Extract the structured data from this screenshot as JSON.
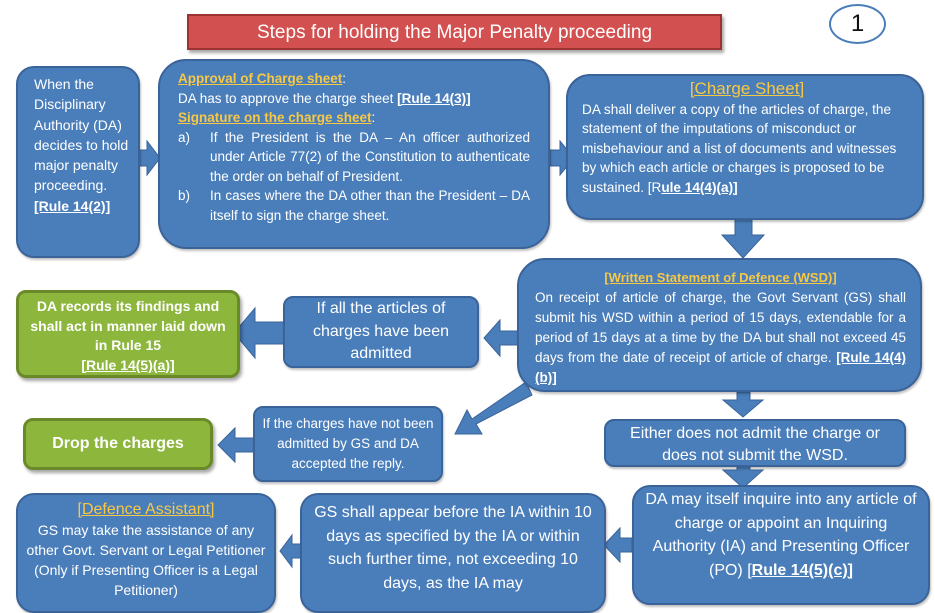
{
  "title": "Steps for holding the Major Penalty proceeding",
  "page_number": "1",
  "colors": {
    "box_blue": "#4a7ebb",
    "box_green": "#8db63c",
    "title_red": "#d2504f",
    "heading_yellow": "#f7c844"
  },
  "boxes": {
    "start": {
      "text": "When the Disciplinary Authority (DA) decides to hold major penalty proceeding. ",
      "rule": "[Rule 14(2)]"
    },
    "approval": {
      "heading1": "Approval  of Charge sheet",
      "heading1_suffix": ":",
      "line1": "DA has to approve the charge sheet ",
      "line1_rule": "[Rule 14(3)]",
      "heading2": "Signature on the charge sheet",
      "heading2_suffix": ":",
      "items": [
        {
          "marker": "a)",
          "text": "If the President is the DA – An officer authorized under Article 77(2) of the Constitution to authenticate the order on behalf of President."
        },
        {
          "marker": "b)",
          "text": "In cases where the DA other than the President – DA itself to sign the charge sheet."
        }
      ]
    },
    "charge_sheet": {
      "heading": "[Charge Sheet]",
      "text": "DA shall deliver a copy of the articles of charge, the statement of the imputations of misconduct or misbehaviour and a list of documents and witnesses by which each article or charges is proposed to be sustained. [R",
      "rule": "ule 14(4)(a)]"
    },
    "wsd": {
      "heading": "[Written Statement of Defence (WSD)]",
      "text": "On receipt of article of charge, the Govt Servant (GS) shall submit his WSD within a period of 15 days, extendable for a period of 15 days  at a time by the DA but shall not exceed 45 days from the date of receipt of article of charge. ",
      "rule": "[Rule 14(4)(b)]"
    },
    "all_admitted": {
      "text": "If all the articles of charges have been admitted"
    },
    "da_records": {
      "text": "DA records its findings and shall act in manner laid down in Rule 15",
      "rule": "[Rule 14(5)(a)]"
    },
    "not_admitted": {
      "text": "If the charges have not been admitted by GS and DA accepted the reply."
    },
    "drop": {
      "text": "Drop the charges"
    },
    "either": {
      "text": "Either does not admit the charge or does not submit the WSD."
    },
    "da_inquire": {
      "text": "DA may itself inquire into any article of charge or appoint an Inquiring Authority  (IA) and Presenting Officer (PO) [",
      "rule": "Rule 14(5)(c)]"
    },
    "gs_appear": {
      "text": "GS shall appear before the IA within 10 days as specified by the IA or within such further time, not exceeding 10 days, as the IA may"
    },
    "defence_assistant": {
      "heading": "[Defence Assistant]",
      "text": "GS may take the assistance of any other Govt. Servant or Legal Petitioner (Only if Presenting Officer is a Legal Petitioner)"
    }
  }
}
